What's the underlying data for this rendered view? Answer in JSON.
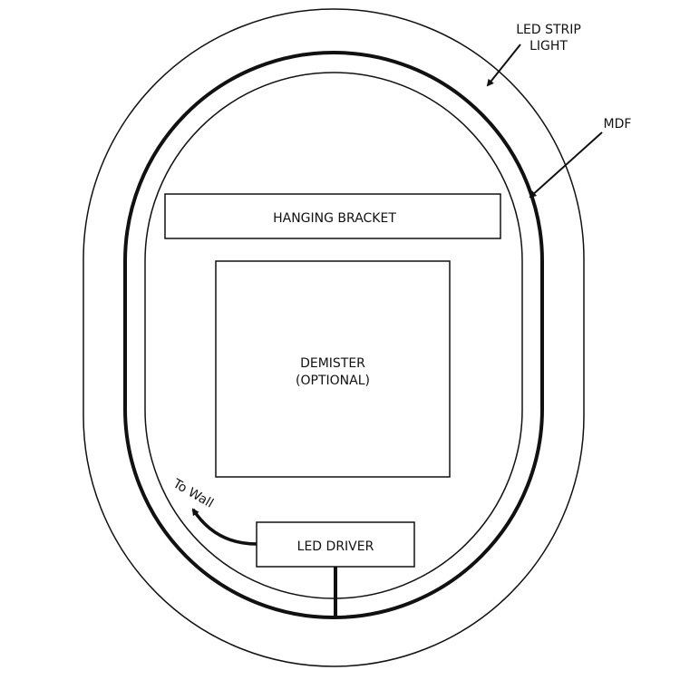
{
  "labels": {
    "led_strip_line1": "LED STRIP",
    "led_strip_line2": "LIGHT",
    "mdf": "MDF",
    "hanging_bracket": "HANGING BRACKET",
    "demister_line1": "DEMISTER",
    "demister_line2": "(OPTIONAL)",
    "led_driver": "LED DRIVER",
    "to_wall": "To Wall"
  },
  "colors": {
    "stroke": "#111111",
    "background": "#ffffff"
  }
}
